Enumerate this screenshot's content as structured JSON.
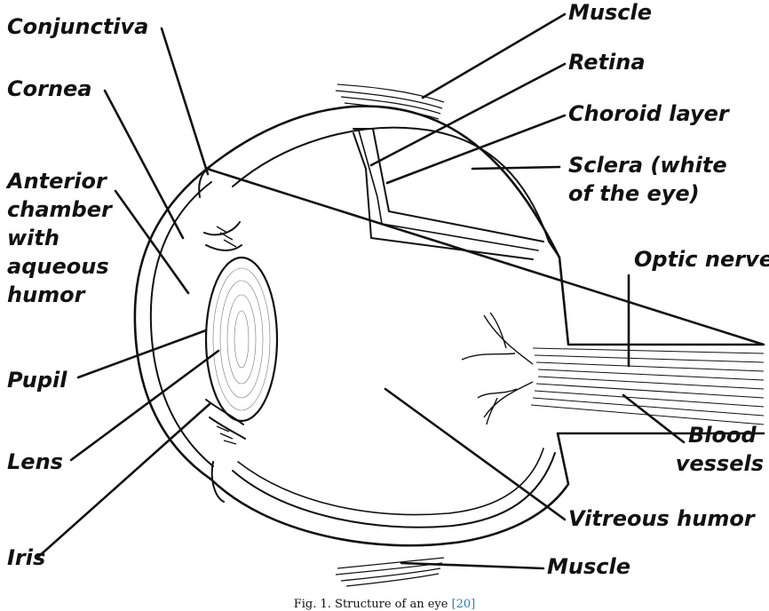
{
  "diagram": {
    "labels": {
      "conjunctiva": "Conjunctiva",
      "cornea": "Cornea",
      "anterior_chamber": [
        "Anterior",
        "chamber",
        "with",
        "aqueous",
        "humor"
      ],
      "pupil": "Pupil",
      "lens": "Lens",
      "iris": "Iris",
      "muscle_top": "Muscle",
      "retina": "Retina",
      "choroid": "Choroid layer",
      "sclera": [
        "Sclera (white",
        "of the eye)"
      ],
      "optic_nerve": "Optic nerve",
      "blood_vessels": [
        "Blood",
        "vessels"
      ],
      "vitreous": "Vitreous humor",
      "muscle_bottom": "Muscle"
    },
    "caption": {
      "text": "Fig. 1. Structure of an eye ",
      "ref": "[20]"
    }
  }
}
